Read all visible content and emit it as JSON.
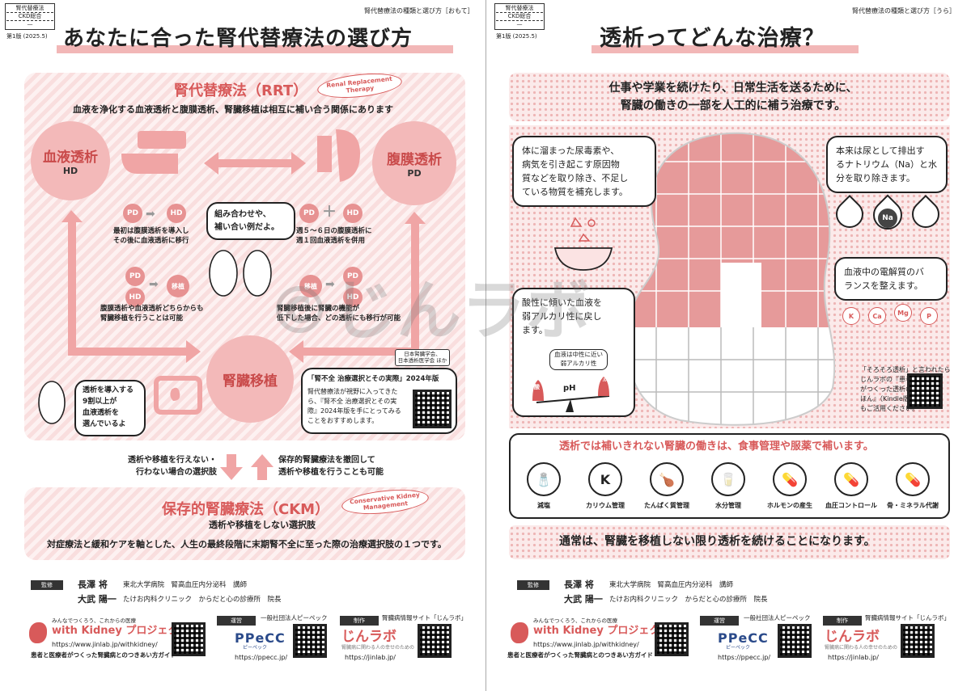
{
  "left": {
    "badge": {
      "line1": "腎代替療法",
      "line2": "CKD総合",
      "line3": "—"
    },
    "edition": "第1版 (2025.5)",
    "top_right": "腎代替療法の種類と選び方［おもて］",
    "title": "あなたに合った腎代替療法の選び方",
    "rrt": {
      "title": "腎代替療法（RRT）",
      "en_tag": "Renal Replacement Therapy",
      "subtitle": "血液を浄化する血液透析と腹膜透析、腎臓移植は相互に補い合う関係にあります"
    },
    "hd": {
      "name": "血液透析",
      "abbr": "HD"
    },
    "pd": {
      "name": "腹膜透析",
      "abbr": "PD"
    },
    "kt": {
      "name": "腎臓移植"
    },
    "combo1": {
      "a": "PD",
      "b": "HD",
      "text": "最初は腹膜透析を導入し\nその後に血液透析に移行"
    },
    "combo2": {
      "a": "PD",
      "b": "HD",
      "text": "週５～６日の腹膜透析に\n週１回血液透析を併用"
    },
    "combo3": {
      "a": "PD",
      "b": "HD",
      "c": "移植",
      "text": "腹膜透析や血液透析どちらからも\n腎臓移植を行うことは可能"
    },
    "combo4": {
      "a": "移植",
      "b": "PD",
      "c": "HD",
      "text": "腎臓移植後に腎臓の機能が\n低下した場合、どの透析にも移行が可能"
    },
    "speech_center": "組み合わせや、\n補い合い例だよ。",
    "speech_left": "透析を導入する\n9割以上が\n血液透析を\n選んでいるよ",
    "book": {
      "badge": "日本腎臓学会、\n日本透析医学会 ほか",
      "title": "「腎不全 治療選択とその実際」2024年版",
      "text": "腎代替療法が視野に入ってきた\nら、『腎不全 治療選択とその実\n際』2024年版を手にとってみる\nことをおすすめします。"
    },
    "mid_left": "透析や移植を行えない・\n行わない場合の選択肢",
    "mid_right": "保存的腎臓療法を撤回して\n透析や移植を行うことも可能",
    "ckm": {
      "title": "保存的腎臓療法（CKM）",
      "en_tag": "Conservative Kidney\nManagement",
      "subtitle": "透析や移植をしない選択肢",
      "desc": "対症療法と緩和ケアを軸とした、人生の最終段階に末期腎不全に至った際の治療選択肢の１つです。"
    },
    "supervisor": {
      "label": "監修",
      "p1": "長澤 将",
      "p1_aff": "東北大学病院　腎高血圧内分泌科　講師",
      "p2": "大武 陽一",
      "p2_aff": "たけお内科クリニック　からだと心の診療所　院長"
    },
    "footer": {
      "tag": "みんなでつくろう、これからの医療",
      "brand": "with Kidney プロジェクト",
      "url1": "https://www.jinlab.jp/withkidney/",
      "desc1": "患者と医療者がつくった腎臓病とのつきあい方ガイド",
      "op_label": "運営",
      "op_name": "一般社団法人ピーペック",
      "ppecc": "PPeCC",
      "ppecc_kana": "ピーペック",
      "url2": "https://ppecc.jp/",
      "prod_label": "制作",
      "prod_name": "腎臓病情報サイト「じんラボ」",
      "jinlab": "じんラボ",
      "jinlab_sub": "腎臓病に関わる人の幸せのための",
      "url3": "https://jinlab.jp/"
    }
  },
  "right": {
    "badge": {
      "line1": "腎代替療法",
      "line2": "CKD総合",
      "line3": "—"
    },
    "edition": "第1版 (2025.5)",
    "top_right": "腎代替療法の種類と選び方［うら］",
    "title": "透析ってどんな治療？",
    "lead": "仕事や学業を続けたり、日常生活を送るために、\n腎臓の働きの一部を人工的に補う治療です。",
    "b1": "体に溜まった尿毒素や、\n病気を引き起こす原因物\n質などを取り除き、不足し\nている物質を補充します。",
    "b2": "本来は尿として排出す\nるナトリウム（Na）と水\n分を取り除きます。",
    "na": "Na",
    "b3": "血液中の電解質のバ\nランスを整えます。",
    "electrolytes": [
      "K",
      "Ca",
      "Mg",
      "P"
    ],
    "b4": "酸性に傾いた血液を\n弱アルカリ性に戻し\nます。",
    "ph_note": "血液は中性に近い\n弱アルカリ性",
    "ph": "pH",
    "acid": "酸",
    "alkali": "アルカリ",
    "kindle": "「そろそろ透析」と言われたら\nじんラボの『患者\nがつくった透析の\nほん』（Kindle版）\nもご活用ください。",
    "support": {
      "title": "透析では補いきれない腎臓の働きは、食事管理や服薬で補います。",
      "items": [
        {
          "icon": "K",
          "label": "減塩"
        },
        {
          "icon": "K",
          "label": "カリウム管理"
        },
        {
          "icon": "🍗",
          "label": "たんぱく質管理"
        },
        {
          "icon": "🥛",
          "label": "水分管理"
        },
        {
          "icon": "💊",
          "label": "ホルモンの産生"
        },
        {
          "icon": "💊",
          "label": "血圧コントロール"
        },
        {
          "icon": "💊",
          "label": "骨・ミネラル代謝"
        }
      ]
    },
    "bottom": "通常は、腎臓を移植しない限り透析を続けることになります。",
    "supervisor": {
      "label": "監修",
      "p1": "長澤 将",
      "p1_aff": "東北大学病院　腎高血圧内分泌科　講師",
      "p2": "大武 陽一",
      "p2_aff": "たけお内科クリニック　からだと心の診療所　院長"
    },
    "footer": {
      "tag": "みんなでつくろう、これからの医療",
      "brand": "with Kidney プロジェクト",
      "url1": "https://www.jinlab.jp/withkidney/",
      "desc1": "患者と医療者がつくった腎臓病とのつきあい方ガイド",
      "op_label": "運営",
      "op_name": "一般社団法人ピーペック",
      "ppecc": "PPeCC",
      "ppecc_kana": "ピーペック",
      "url2": "https://ppecc.jp/",
      "prod_label": "制作",
      "prod_name": "腎臓病情報サイト「じんラボ」",
      "jinlab": "じんラボ",
      "jinlab_sub": "腎臓病に関わる人の幸せのための",
      "url3": "https://jinlab.jp/"
    }
  },
  "watermark": "©じんラボ"
}
